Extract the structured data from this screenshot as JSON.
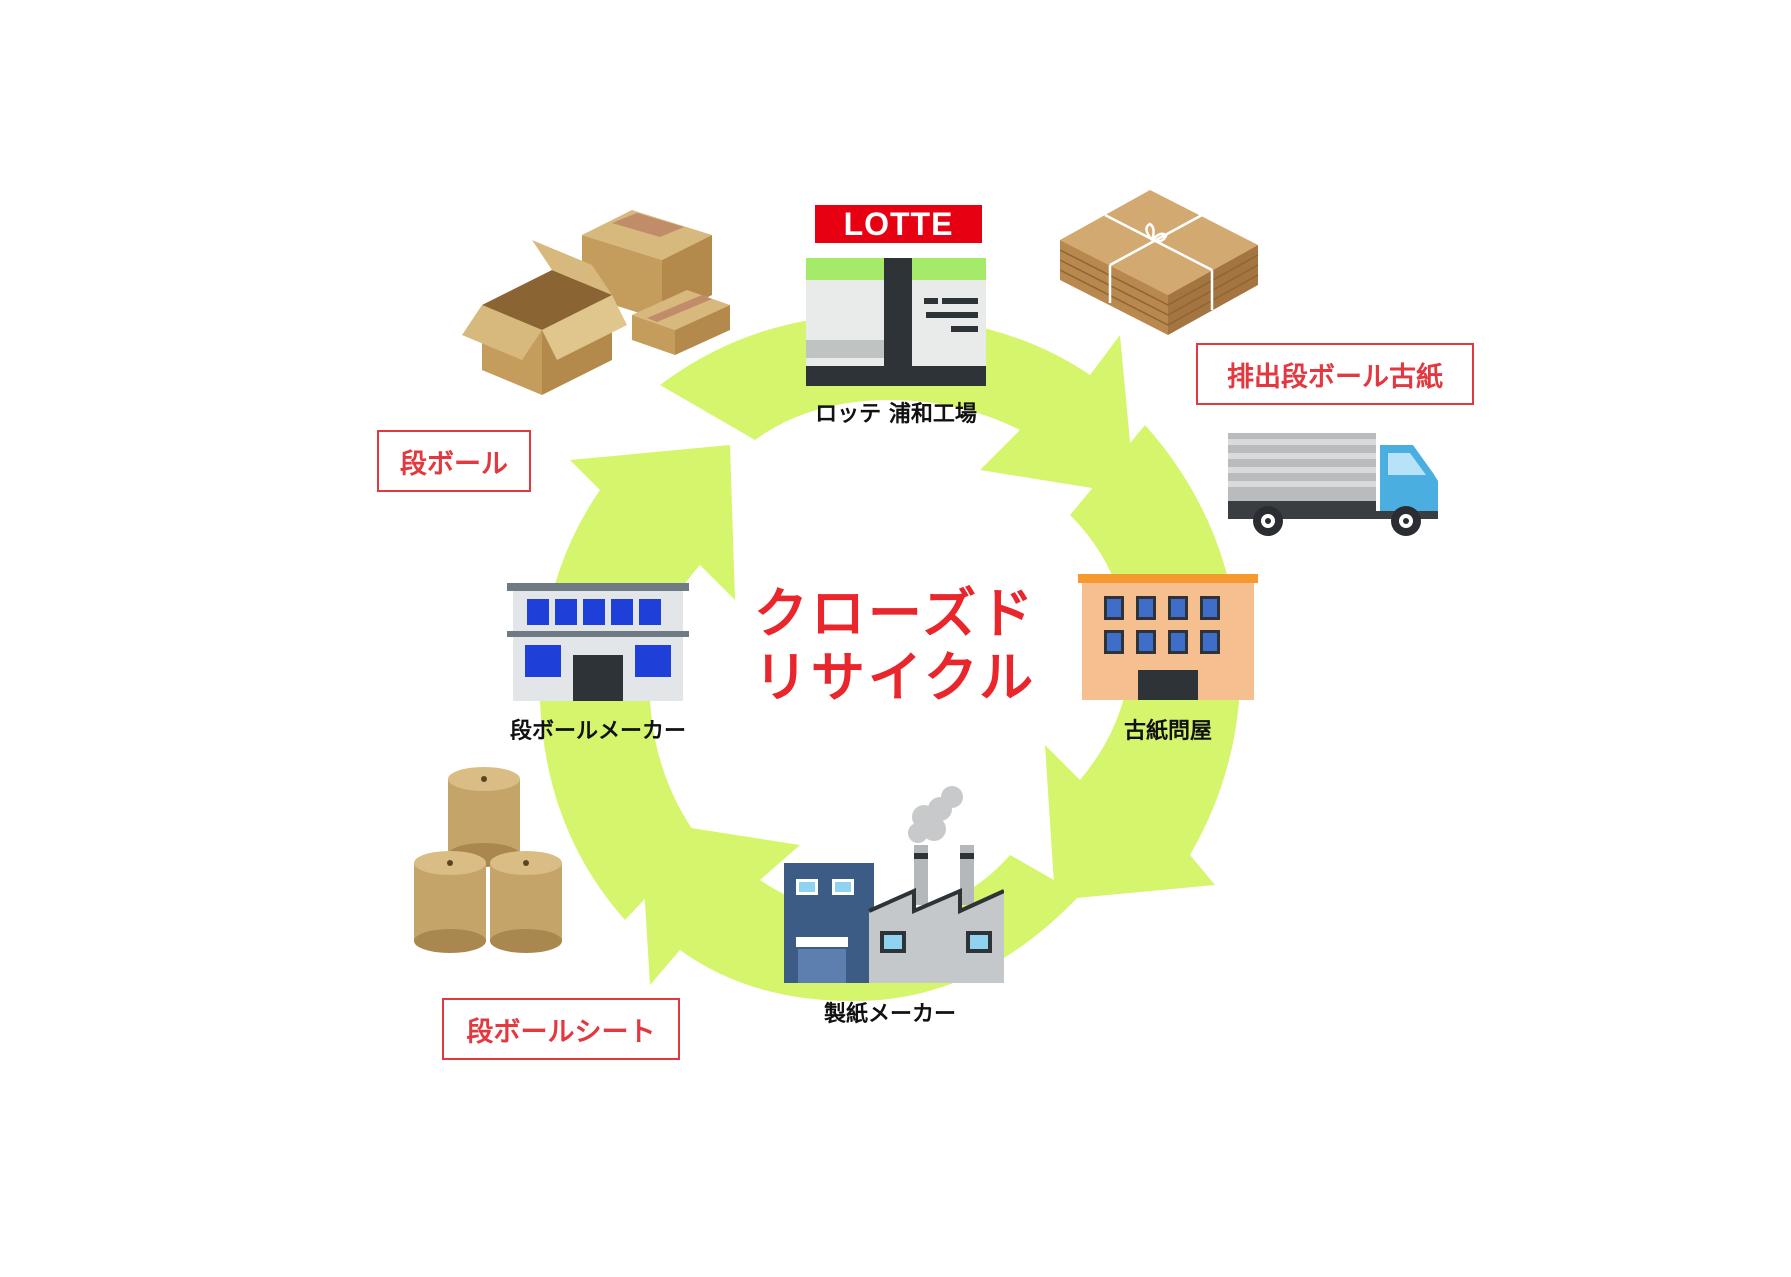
{
  "diagram": {
    "center_title_line1": "クローズド",
    "center_title_line2": "リサイクル",
    "logo_text": "LOTTE",
    "nodes": {
      "factory": "ロッテ 浦和工場",
      "wastepaper_dealer": "古紙問屋",
      "paper_maker": "製紙メーカー",
      "cardboard_maker": "段ボールメーカー"
    },
    "tags": {
      "waste_cardboard": "排出段ボール古紙",
      "cardboard": "段ボール",
      "cardboard_sheet": "段ボールシート"
    },
    "colors": {
      "arrow_green": "#d4f56c",
      "tag_red": "#e3383f",
      "title_red": "#e8262c",
      "logo_red": "#e60012",
      "cardboard_tan": "#c9a66b"
    },
    "icons": [
      "cardboard-boxes-icon",
      "flattened-cardboard-bundle-icon",
      "truck-icon",
      "paper-rolls-icon",
      "factory-building-icon",
      "warehouse-building-icon",
      "paper-mill-icon",
      "cardboard-factory-icon"
    ]
  }
}
